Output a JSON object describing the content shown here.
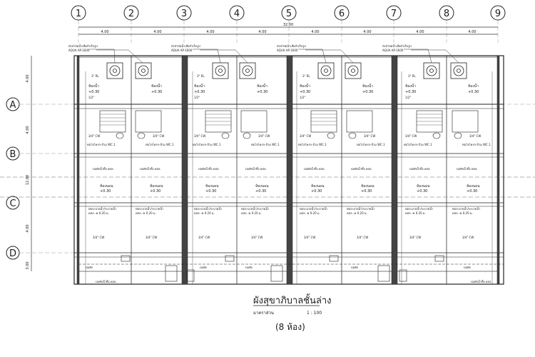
{
  "grid": {
    "columns": [
      "1",
      "2",
      "3",
      "4",
      "5",
      "6",
      "7",
      "8",
      "9"
    ],
    "rows": [
      "A",
      "B",
      "C",
      "D"
    ]
  },
  "dimensions": {
    "overall": "32.00",
    "bays": [
      "4.00",
      "4.00",
      "4.00",
      "4.00",
      "4.00",
      "4.00",
      "4.00",
      "4.00"
    ],
    "vertical": [
      "4.00",
      "4.00",
      "12.00",
      "4.00",
      "3.00"
    ]
  },
  "labels": {
    "tank": "ถังบำบัดน้ำเสียสำเร็จรูป",
    "tank_model": "AQUA AP-1600",
    "washroom": "ห้องน้ำ",
    "floor_level": "+0.30",
    "pipe_cw": "3/4\" CW",
    "pipe_rl": "3\" RL",
    "pipe_1_2": "1/2\"",
    "pipe_wc": "ท่อโสโครก-ส้วม WC.1",
    "lower_pipe": "บ่อพักน้ำทิ้ง คสล.",
    "bedroom": "ห้องนอน",
    "grease": "ท่อระบายน้ำ/ระบายน้ำ",
    "grease_detail": "คสล. ⊕ 0.20 ม.",
    "sump": "บ่อพัก"
  },
  "title": {
    "main": "ผังสุขาภิบาลชั้นล่าง",
    "scale_label": "มาตราส่วน",
    "scale_value": "1 : 100",
    "units": "(8 ห้อง)"
  }
}
